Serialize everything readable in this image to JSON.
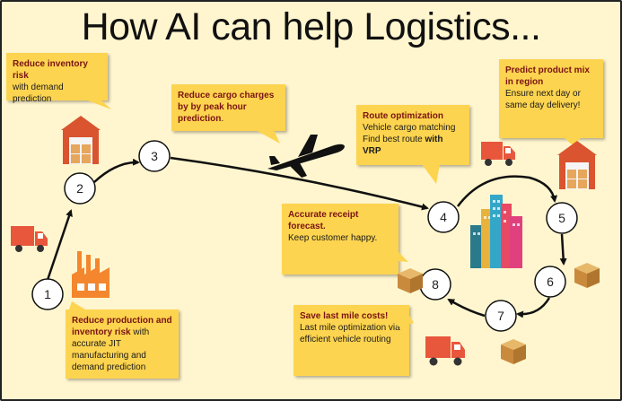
{
  "title": "How AI can help Logistics...",
  "nodes": [
    "1",
    "2",
    "3",
    "4",
    "5",
    "6",
    "7",
    "8"
  ],
  "callouts": {
    "inventory_risk": {
      "head": "Reduce inventory risk",
      "body": "with demand prediction"
    },
    "cargo_charges": {
      "head": "Reduce cargo charges by by peak hour prediction",
      "tail": "."
    },
    "route_optimization": {
      "head": "Route optimization",
      "line1": "Vehicle cargo matching",
      "line2_prefix": "Find best route ",
      "line2_bold": "with VRP"
    },
    "product_mix": {
      "head": "Predict product mix in region",
      "body": "Ensure next day or same day delivery!"
    },
    "receipt_forecast": {
      "head": "Accurate receipt forecast.",
      "body": "Keep customer happy."
    },
    "production_risk": {
      "head": "Reduce production and inventory risk",
      "body": " with accurate JIT manufacturing and demand prediction"
    },
    "last_mile": {
      "head": "Save last mile costs!",
      "body": "Last mile optimization via efficient vehicle routing"
    }
  },
  "colors": {
    "background": "#fff6cf",
    "callout": "#fdd44f",
    "callout_heading": "#7a1313",
    "truck": "#e8573c",
    "factory": "#f4862e",
    "warehouse": "#d9542f",
    "box": "#d39a4c",
    "airplane": "#111111"
  },
  "icons": [
    "truck-icon",
    "factory-icon",
    "warehouse-icon",
    "airplane-icon",
    "city-icon",
    "box-icon"
  ]
}
